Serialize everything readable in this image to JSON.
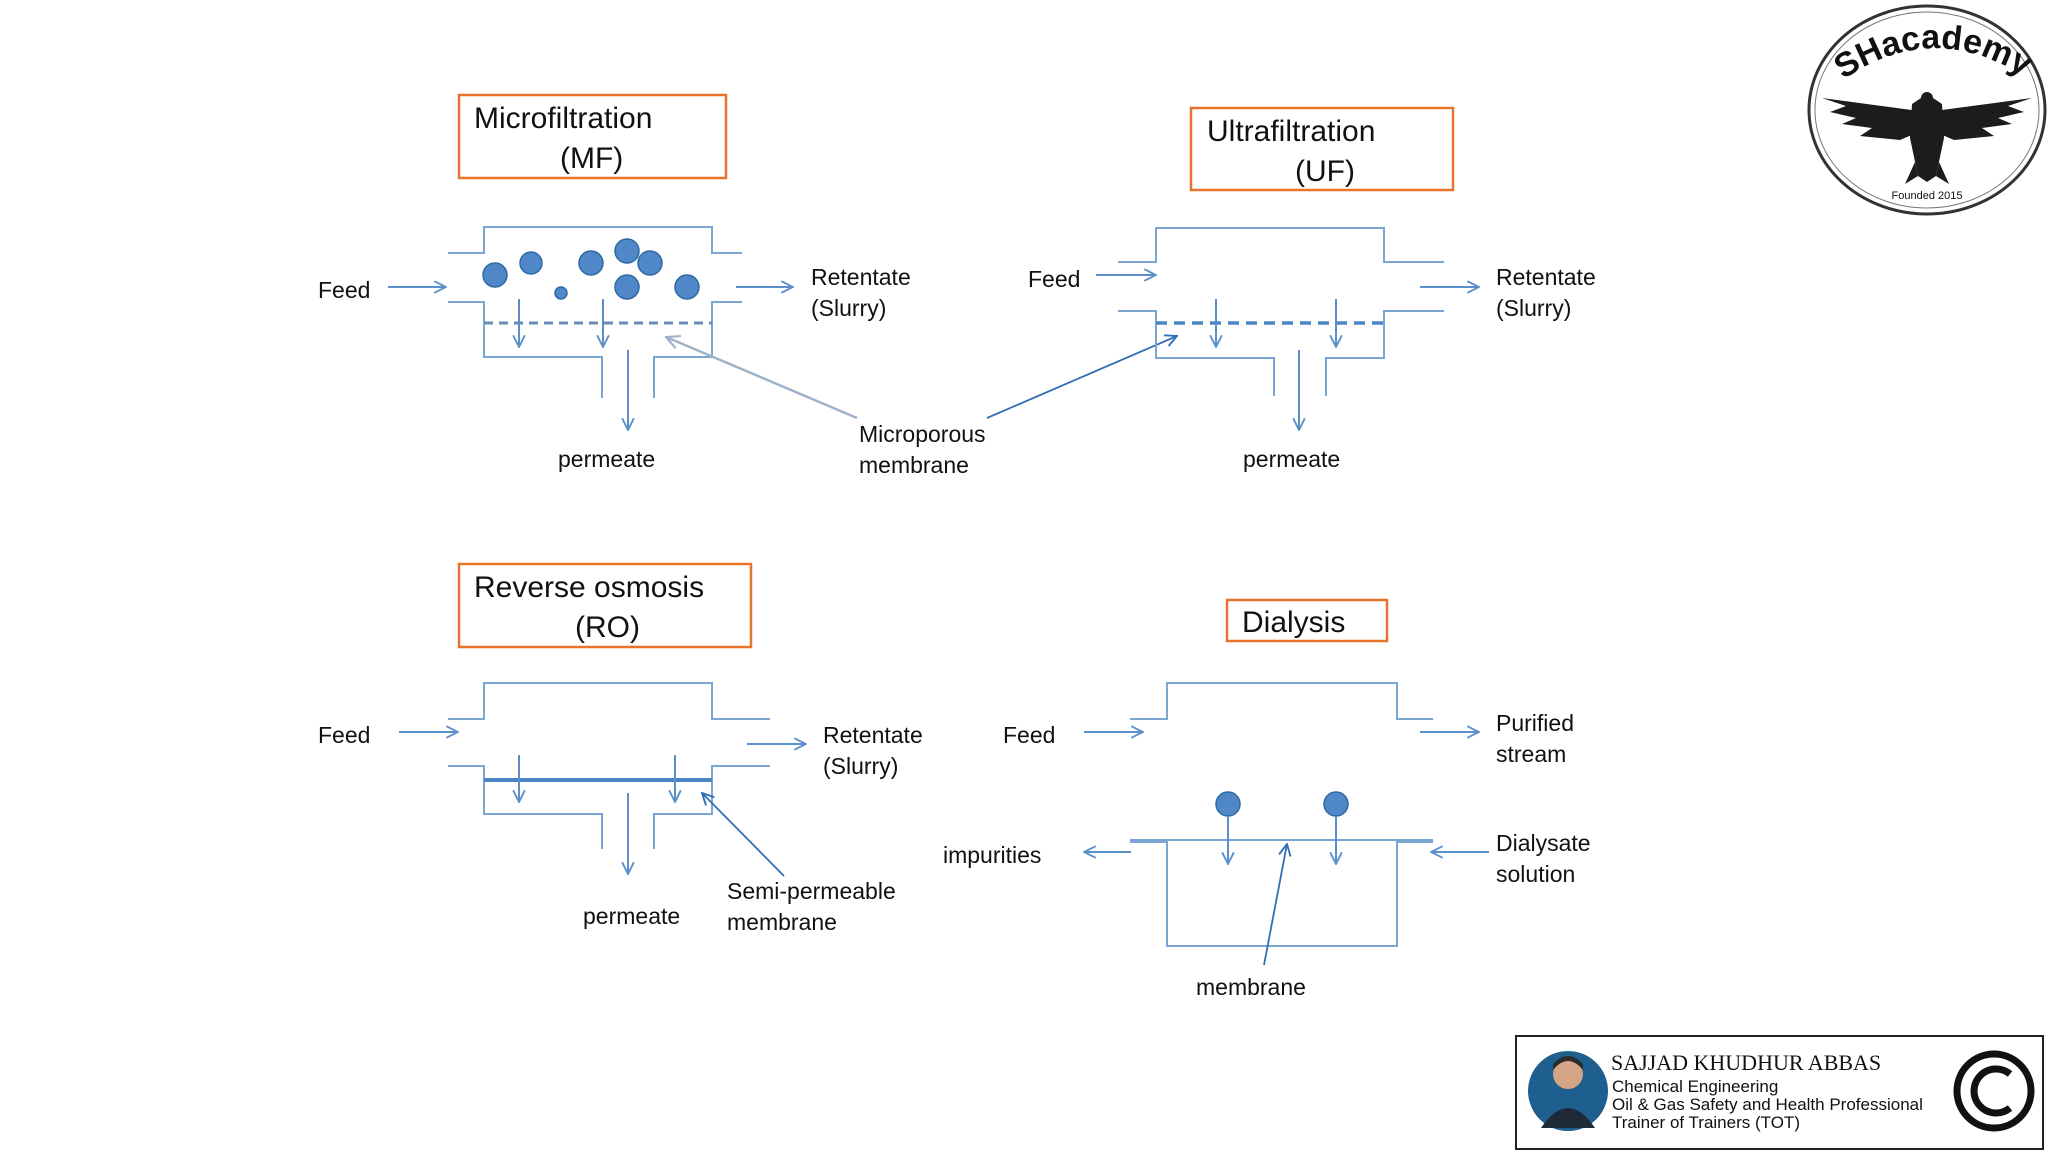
{
  "colors": {
    "title_box_border": "#e8742b",
    "pipe_lines": "#7aa6d4",
    "arrows": "#5b8fc9",
    "particles": "#4f87c9"
  },
  "panels": {
    "mf": {
      "title_line1": "Microfiltration",
      "title_line2": "(MF)",
      "feed": "Feed",
      "retentate_line1": "Retentate",
      "retentate_line2": "(Slurry)",
      "permeate": "permeate"
    },
    "uf": {
      "title_line1": "Ultrafiltration",
      "title_line2": "(UF)",
      "feed": "Feed",
      "retentate_line1": "Retentate",
      "retentate_line2": "(Slurry)",
      "permeate": "permeate"
    },
    "shared": {
      "membrane_line1": "Microporous",
      "membrane_line2": "membrane"
    },
    "ro": {
      "title_line1": "Reverse osmosis",
      "title_line2": "(RO)",
      "feed": "Feed",
      "retentate_line1": "Retentate",
      "retentate_line2": "(Slurry)",
      "permeate": "permeate",
      "membrane_line1": "Semi-permeable",
      "membrane_line2": "membrane"
    },
    "dialysis": {
      "title": "Dialysis",
      "feed": "Feed",
      "purified_line1": "Purified",
      "purified_line2": "stream",
      "impurities": "impurities",
      "dialysate_line1": "Dialysate",
      "dialysate_line2": "solution",
      "membrane": "membrane"
    }
  },
  "logo": {
    "text": "SHacademy",
    "founded": "Founded 2015",
    "icon": "eagle-icon"
  },
  "signature": {
    "name": "SAJJAD KHUDHUR ABBAS",
    "line1": "Chemical Engineering",
    "line2": "Oil & Gas Safety and Health Professional",
    "line3": "Trainer of Trainers (TOT)",
    "icon": "copyright-icon"
  }
}
